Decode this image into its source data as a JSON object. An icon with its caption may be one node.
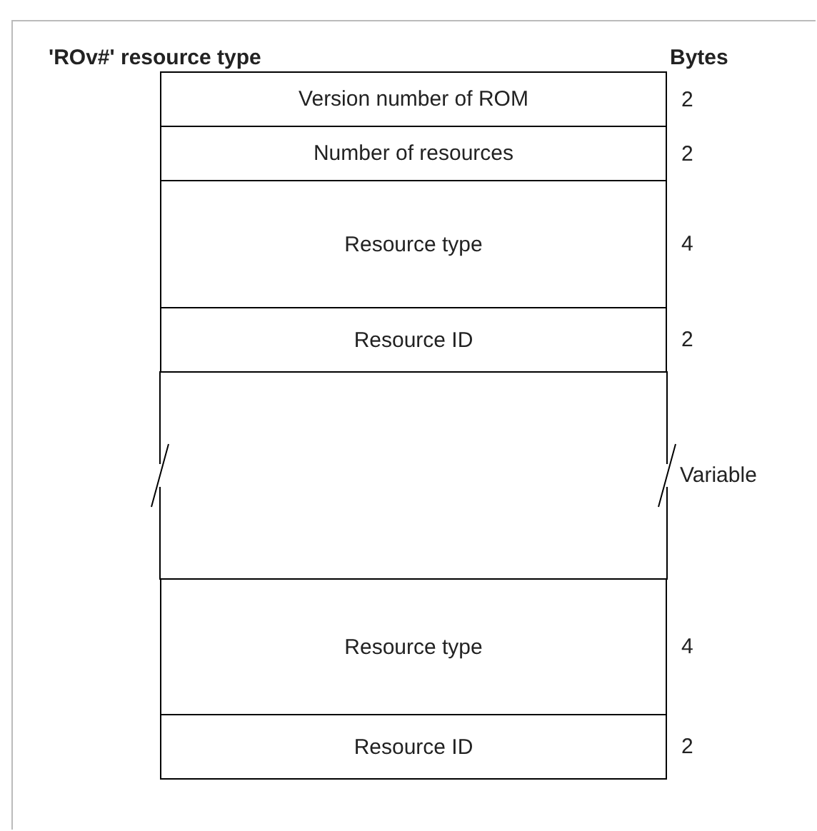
{
  "diagram": {
    "title": "'ROv#' resource type",
    "nodes": [
      {
        "text": [
          "Version number of ROM"
        ],
        "beside": [
          "2"
        ]
      },
      {
        "text": [
          "Number of resources"
        ],
        "beside": [
          "2"
        ]
      },
      {
        "text": [
          "Resource type"
        ],
        "beside": [
          "4"
        ]
      },
      {
        "text": [
          "Resource ID"
        ],
        "beside": [
          "2"
        ]
      },
      {
        "text": [],
        "shape": "box",
        "beside": [
          "Variable"
        ]
      },
      {
        "text": [
          "Resource type"
        ],
        "beside": [
          "4"
        ]
      },
      {
        "text": [
          "Resource ID"
        ],
        "beside": [
          "2"
        ]
      }
    ],
    "edges": [],
    "labels": [
      "Bytes"
    ]
  }
}
